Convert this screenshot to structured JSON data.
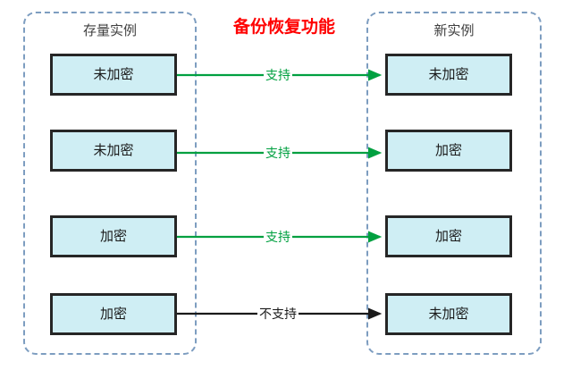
{
  "diagram": {
    "center_title": "备份恢复功能",
    "groups": {
      "left": {
        "title": "存量实例"
      },
      "right": {
        "title": "新实例"
      }
    },
    "colors": {
      "node_fill": "#cfeef4",
      "node_border": "#262626",
      "group_border": "#7d9dc0",
      "center_title": "#ff0000",
      "supported_edge": "#00a040",
      "unsupported_edge": "#1a1a1a"
    },
    "rows": [
      {
        "source": "未加密",
        "target": "未加密",
        "label": "支持",
        "supported": true
      },
      {
        "source": "未加密",
        "target": "加密",
        "label": "支持",
        "supported": true
      },
      {
        "source": "加密",
        "target": "加密",
        "label": "支持",
        "supported": true
      },
      {
        "source": "加密",
        "target": "未加密",
        "label": "不支持",
        "supported": false
      }
    ]
  }
}
